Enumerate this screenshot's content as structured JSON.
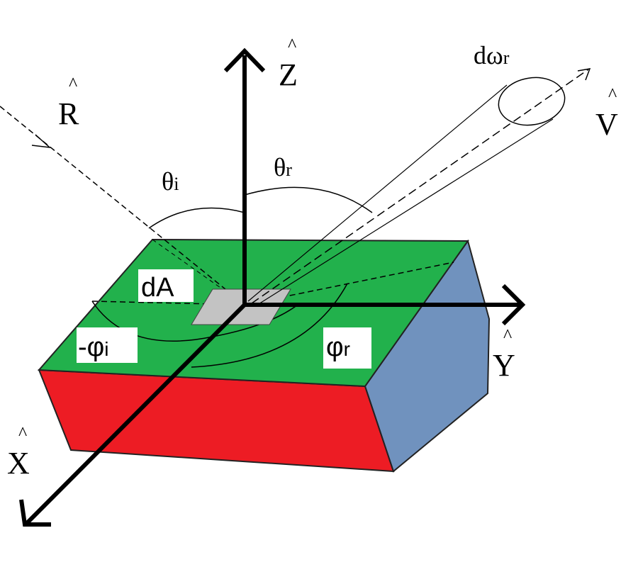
{
  "labels": {
    "z_axis": "Z",
    "y_axis": "Y",
    "x_axis": "X",
    "r_vector": "R",
    "v_vector": "V",
    "hat": "^",
    "theta_i": "θ",
    "theta_i_sub": "i",
    "theta_r": "θ",
    "theta_r_sub": "r",
    "d_omega_r": "dω",
    "d_omega_r_sub": "r",
    "dA": "dA",
    "phi_i": "-φ",
    "phi_i_sub": "i",
    "phi_r": "φ",
    "phi_r_sub": "r"
  },
  "colors": {
    "top_face": "#22b14c",
    "front_face": "#ed1c24",
    "side_face": "#7092be",
    "patch": "#c3c3c3"
  }
}
